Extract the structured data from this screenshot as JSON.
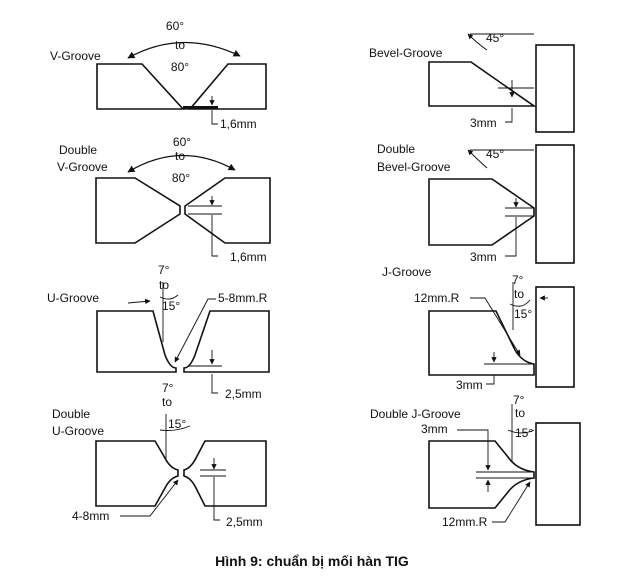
{
  "caption": "Hình 9: chuẩn bị mối hàn TIG",
  "joints": {
    "v_groove": {
      "name": "V-Groove",
      "angle_line1": "60°",
      "angle_line2": "to",
      "angle_line3": "80°",
      "gap": "1,6mm"
    },
    "double_v_groove": {
      "name_line1": "Double",
      "name_line2": "V-Groove",
      "angle_line1": "60°",
      "angle_line2": "to",
      "angle_line3": "80°",
      "gap": "1,6mm"
    },
    "u_groove": {
      "name": "U-Groove",
      "angle_top": "7°",
      "angle_mid": "to",
      "angle_bottom": "15°",
      "radius": "5-8mm.R",
      "gap_angle": "7°",
      "gap_to": "to",
      "gap": "2,5mm"
    },
    "double_u_groove": {
      "name_line1": "Double",
      "name_line2": "U-Groove",
      "angle": "15°",
      "radius": "4-8mm",
      "gap": "2,5mm"
    },
    "bevel_groove": {
      "name": "Bevel-Groove",
      "angle": "45°",
      "root": "3mm"
    },
    "double_bevel_groove": {
      "name_line1": "Double",
      "name_line2": "Bevel-Groove",
      "angle": "45°",
      "root": "3mm"
    },
    "j_groove": {
      "name": "J-Groove",
      "angle_top": "7°",
      "angle_mid": "to",
      "angle_bottom": "15°",
      "radius": "12mm.R",
      "root": "3mm"
    },
    "double_j_groove": {
      "name": "Double J-Groove",
      "angle_top": "7°",
      "angle_mid": "to",
      "angle_bottom": "15°",
      "root": "3mm",
      "radius": "12mm.R"
    }
  }
}
